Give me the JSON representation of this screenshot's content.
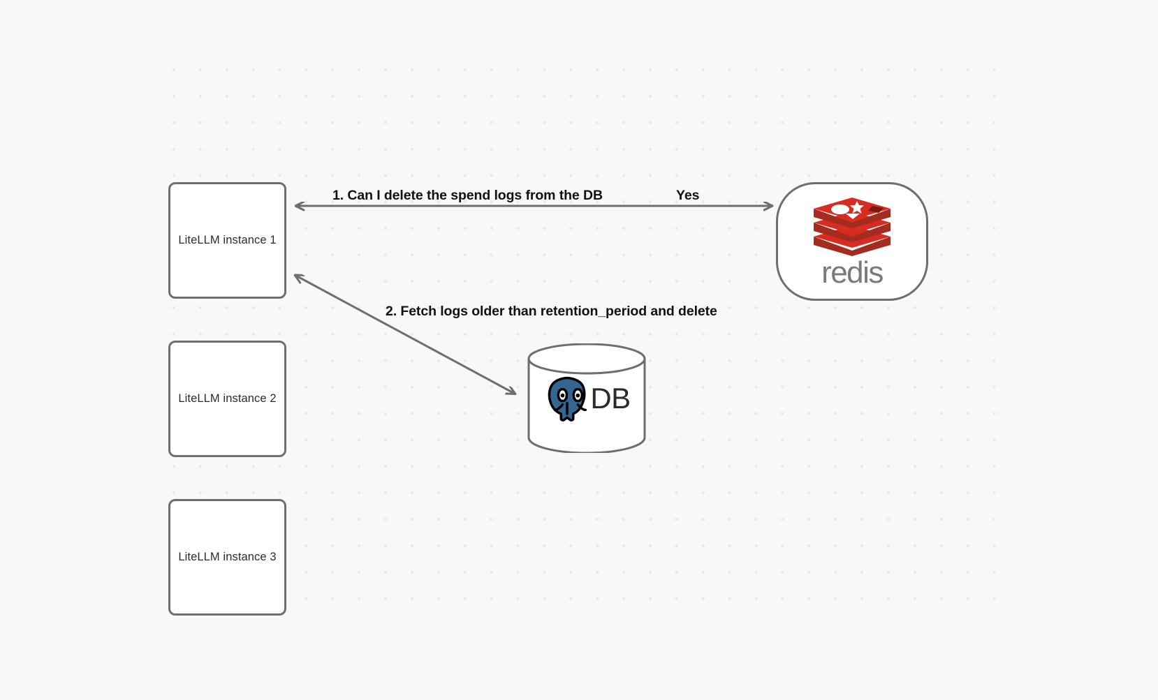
{
  "canvas": {
    "background_color": "#f8f8f9",
    "grid_dot_color": "#e7e8ea"
  },
  "nodes": [
    {
      "id": "litellm-1",
      "label": "LiteLLM instance 1",
      "shape": "rounded-rect",
      "border_color": "#6e6e6e",
      "fill": "#ffffff"
    },
    {
      "id": "litellm-2",
      "label": "LiteLLM instance 2",
      "shape": "rounded-rect",
      "border_color": "#6e6e6e",
      "fill": "#ffffff"
    },
    {
      "id": "litellm-3",
      "label": "LiteLLM instance 3",
      "shape": "rounded-rect",
      "border_color": "#6e6e6e",
      "fill": "#ffffff"
    },
    {
      "id": "redis",
      "label": "redis",
      "shape": "stadium",
      "icon": "redis-logo-icon",
      "logo_color": "#d82c20",
      "wordmark_color": "#7a7a7a"
    },
    {
      "id": "database",
      "label": "DB",
      "shape": "cylinder",
      "icon": "postgresql-elephant-icon",
      "logo_color": "#336791"
    }
  ],
  "edges": [
    {
      "id": "edge-1",
      "from": "redis",
      "to": "litellm-1",
      "label": "1.  Can I delete the spend logs from the DB",
      "secondary_label": "Yes",
      "color": "#6e6e6e"
    },
    {
      "id": "edge-2",
      "from": "litellm-1",
      "to": "database",
      "label": "2.  Fetch logs older than retention_period and delete",
      "color": "#6e6e6e"
    }
  ],
  "labels": {
    "step_1": "1.  Can I delete the spend logs from the DB",
    "yes": "Yes",
    "step_2": "2.  Fetch logs older than retention_period and delete"
  }
}
